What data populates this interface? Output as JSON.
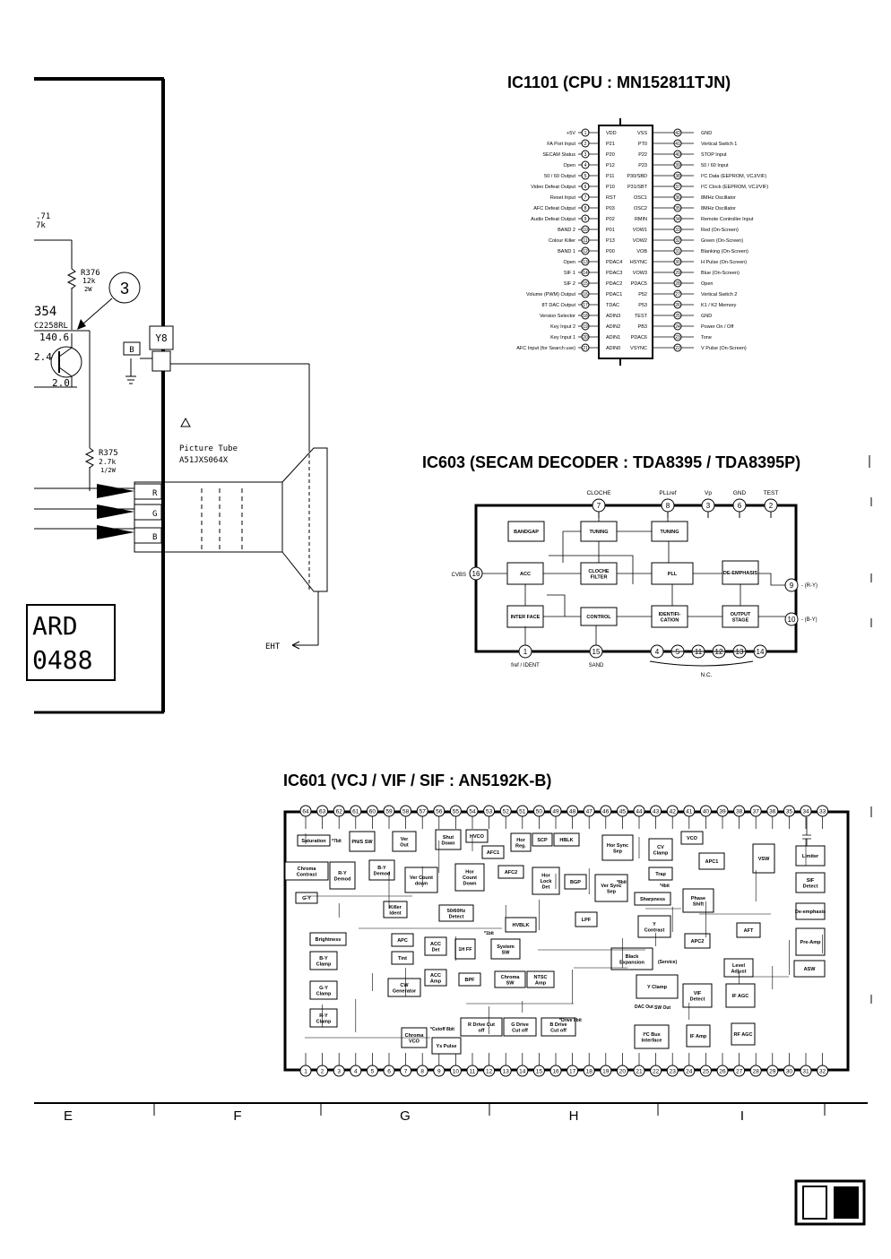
{
  "titles": {
    "ic1101": "IC1101 (CPU : MN152811TJN)",
    "ic603": "IC603 (SECAM DECODER : TDA8395 / TDA8395P)",
    "ic601": "IC601 (VCJ / VIF / SIF : AN5192K-B)"
  },
  "schematic": {
    "r71": ".71",
    "r71b": "7k",
    "r376": "R376",
    "r376v": "12k",
    "r376w": "2W",
    "circle3": "3",
    "q354": "354",
    "q354t": "C2258RL",
    "v1406": "140.6",
    "v24": "2.4",
    "v20": "2.0",
    "y8": "Y8",
    "b": "B",
    "ptube": "Picture Tube",
    "ptube_model": "A51JXS064X",
    "r375": "R375",
    "r375v": "2.7k",
    "r375w": "1/2W",
    "rgb": [
      "R",
      "G",
      "B"
    ],
    "eht": "EHT",
    "board1": "ARD",
    "board2": "0488"
  },
  "ic1101": {
    "left": [
      {
        "pin": "1",
        "sig": "+5V",
        "name": "VDD"
      },
      {
        "pin": "2",
        "sig": "FA Port Input",
        "name": "P21"
      },
      {
        "pin": "3",
        "sig": "SECAM Status",
        "name": "P20"
      },
      {
        "pin": "4",
        "sig": "Open",
        "name": "P12"
      },
      {
        "pin": "5",
        "sig": "50 / 60 Output",
        "name": "P11"
      },
      {
        "pin": "6",
        "sig": "Video Defeat Output",
        "name": "P10"
      },
      {
        "pin": "7",
        "sig": "Reset Input",
        "name": "RST"
      },
      {
        "pin": "8",
        "sig": "AFC Defeat Output",
        "name": "P03"
      },
      {
        "pin": "9",
        "sig": "Audio Defeat Output",
        "name": "P02"
      },
      {
        "pin": "10",
        "sig": "BAND 2",
        "name": "P01"
      },
      {
        "pin": "11",
        "sig": "Colour Killer",
        "name": "P13"
      },
      {
        "pin": "12",
        "sig": "BAND 1",
        "name": "P00"
      },
      {
        "pin": "13",
        "sig": "Open",
        "name": "PDAC4"
      },
      {
        "pin": "14",
        "sig": "SIF 1",
        "name": "PDAC3"
      },
      {
        "pin": "15",
        "sig": "SIF 2",
        "name": "PDAC2"
      },
      {
        "pin": "16",
        "sig": "Volume (PWM) Output",
        "name": "PDAC1"
      },
      {
        "pin": "17",
        "sig": "8T DAC Output",
        "name": "TDAC"
      },
      {
        "pin": "18",
        "sig": "Version Selector",
        "name": "ADIN3"
      },
      {
        "pin": "19",
        "sig": "Key Input 2",
        "name": "ADIN2"
      },
      {
        "pin": "20",
        "sig": "Key Input 1",
        "name": "ADIN1"
      },
      {
        "pin": "21",
        "sig": "AFC Input (for Search use)",
        "name": "ADIN0"
      }
    ],
    "right": [
      {
        "pin": "42",
        "name": "VSS",
        "sig": "GND"
      },
      {
        "pin": "41",
        "name": "PT0",
        "sig": "Vertical Switch 1"
      },
      {
        "pin": "40",
        "name": "P22",
        "sig": "STOP Input"
      },
      {
        "pin": "39",
        "name": "P23",
        "sig": "50 / 60 Input"
      },
      {
        "pin": "38",
        "name": "P30/SBD",
        "sig": "I²C Data (EEPROM, VCJ/VIF)"
      },
      {
        "pin": "37",
        "name": "P31/SBT",
        "sig": "I²C Clock (EEPROM, VCJ/VIF)"
      },
      {
        "pin": "36",
        "name": "OSC1",
        "sig": "8MHz Oscillator"
      },
      {
        "pin": "35",
        "name": "OSC2",
        "sig": "8MHz Oscillator"
      },
      {
        "pin": "34",
        "name": "RMIN",
        "sig": "Remote Controller Input"
      },
      {
        "pin": "33",
        "name": "VOW1",
        "sig": "Red (On-Screen)"
      },
      {
        "pin": "32",
        "name": "VOW2",
        "sig": "Green (On-Screen)"
      },
      {
        "pin": "31",
        "name": "VOB",
        "sig": "Blanking (On-Screen)"
      },
      {
        "pin": "30",
        "name": "HSYNC",
        "sig": "H Pulse (On-Screen)"
      },
      {
        "pin": "29",
        "name": "VOW3",
        "sig": "Blue (On-Screen)"
      },
      {
        "pin": "28",
        "name": "PDAC5",
        "sig": "Open"
      },
      {
        "pin": "27",
        "name": "P52",
        "sig": "Vertical Switch 2"
      },
      {
        "pin": "26",
        "name": "P53",
        "sig": "K1 / K2 Memory"
      },
      {
        "pin": "25",
        "name": "TEST",
        "sig": "GND"
      },
      {
        "pin": "24",
        "name": "PB3",
        "sig": "Power On / Off"
      },
      {
        "pin": "23",
        "name": "PDAC6",
        "sig": "Tone"
      },
      {
        "pin": "22",
        "name": "VSYNC",
        "sig": "V Pulse (On-Screen)"
      }
    ]
  },
  "ic603": {
    "top_pins": [
      {
        "pin": "7",
        "label": "CLOCHE"
      },
      {
        "pin": "8",
        "label": "PLLref"
      },
      {
        "pin": "3",
        "label": "Vp"
      },
      {
        "pin": "6",
        "label": "GND"
      },
      {
        "pin": "2",
        "label": "TEST"
      }
    ],
    "left_pin": {
      "pin": "16",
      "label": "CVBS"
    },
    "right_pins": [
      {
        "pin": "9",
        "label": "(R-Y)"
      },
      {
        "pin": "10",
        "label": "(B-Y)"
      }
    ],
    "bottom_pins": [
      {
        "pin": "1",
        "label": "fref / IDENT"
      },
      {
        "pin": "15",
        "label": "SAND"
      }
    ],
    "nc_pins": [
      "4",
      "5",
      "11",
      "12",
      "13",
      "14"
    ],
    "nc_label": "N.C.",
    "blocks": [
      "BANDGAP",
      "TUNING",
      "TUNING",
      "ACC",
      "CLOCHE FILTER",
      "PLL",
      "DE-EMPHASIS",
      "INTER FACE",
      "CONTROL",
      "IDENTIFI- CATION",
      "OUTPUT STAGE"
    ]
  },
  "ic601": {
    "top_pins": [
      "64",
      "63",
      "62",
      "61",
      "60",
      "59",
      "58",
      "57",
      "56",
      "55",
      "54",
      "53",
      "52",
      "51",
      "50",
      "49",
      "48",
      "47",
      "46",
      "45",
      "44",
      "43",
      "42",
      "41",
      "40",
      "39",
      "38",
      "37",
      "36",
      "35",
      "34",
      "33"
    ],
    "bottom_pins": [
      "1",
      "2",
      "3",
      "4",
      "5",
      "6",
      "7",
      "8",
      "9",
      "10",
      "11",
      "12",
      "13",
      "14",
      "15",
      "16",
      "17",
      "18",
      "19",
      "20",
      "21",
      "22",
      "23",
      "24",
      "25",
      "26",
      "27",
      "28",
      "29",
      "30",
      "31",
      "32"
    ],
    "blocks": [
      "Saturation",
      "Chroma Contrast",
      "G-Y",
      "Brightness",
      "B-Y Clamp",
      "G-Y Clamp",
      "R-Y Clamp",
      "PN/S SW",
      "R-Y Demod",
      "B-Y Demod",
      "Ver Out",
      "Killer Ident",
      "APC",
      "Tint",
      "CW Generator",
      "Chroma VCO",
      "Ver Count down",
      "Shut Down",
      "HVCO",
      "AFC1",
      "Hor Count Down",
      "AFC2",
      "Hor Reg.",
      "SCP",
      "HBLK",
      "Hor Lock Det",
      "BGP",
      "50/60Hz Detect",
      "HVBLK",
      "ACC Det",
      "1H FF",
      "System SW",
      "ACC Amp",
      "BPF",
      "Chroma SW",
      "NTSC Amp",
      "R Drive Cut off",
      "G Drive Cut off",
      "B Drive Cut off",
      "Ys Pulse",
      "Hor Sync Sep",
      "Ver Sync Sep",
      "LPF",
      "CV Clamp",
      "Trap",
      "Sharpness",
      "Y Contrast",
      "Black Expansion",
      "Y Clamp",
      "I²C Bus Interface",
      "VCO",
      "APC1",
      "Phase Shift",
      "APC2",
      "VIF Detect",
      "IF Amp",
      "IF AGC",
      "RF AGC",
      "AFT",
      "Level Adjust",
      "VSW",
      "Limiter",
      "SIF Detect",
      "De-emphasis",
      "Pre-Amp",
      "ASW"
    ],
    "notes": [
      "*7bit",
      "*1bit",
      "*8bit",
      "*4bit",
      "*Drive 8bit",
      "*Cutoff 8bit",
      "(Service)",
      "DAC Out",
      "SW Out"
    ]
  },
  "footer_cols": [
    "E",
    "F",
    "G",
    "H",
    "I"
  ]
}
